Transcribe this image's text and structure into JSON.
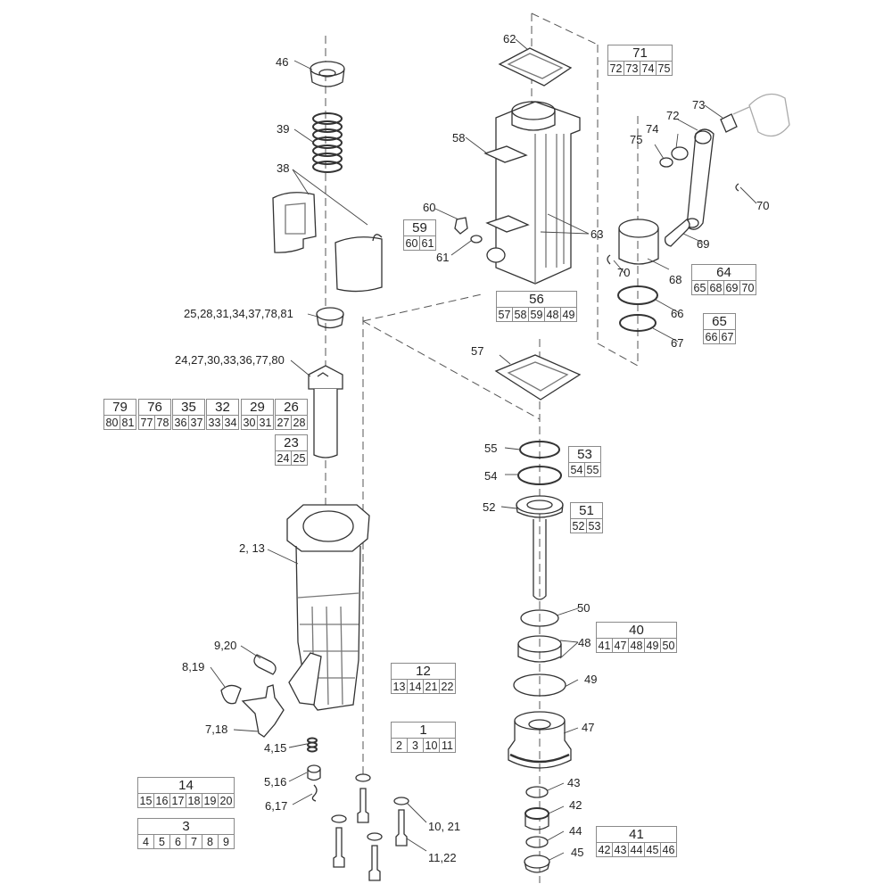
{
  "diagram": {
    "type": "exploded parts diagram",
    "line_color": "#333333",
    "background": "#ffffff"
  },
  "callouts": {
    "c46": "46",
    "c39": "39",
    "c38": "38",
    "c25": "25,28,31,34,37,78,81",
    "c24": "24,27,30,33,36,77,80",
    "c2": "2, 13",
    "c9": "9,20",
    "c8": "8,19",
    "c7": "7,18",
    "c4": "4,15",
    "c5": "5,16",
    "c6": "6,17",
    "c10": "10, 21",
    "c11": "11,22",
    "c62": "62",
    "c58": "58",
    "c60": "60",
    "c61": "61",
    "c63": "63",
    "c73": "73",
    "c72": "72",
    "c74": "74",
    "c75": "75",
    "c70a": "70",
    "c70b": "70",
    "c69": "69",
    "c68": "68",
    "c66": "66",
    "c67": "67",
    "c57": "57",
    "c55": "55",
    "c54": "54",
    "c52": "52",
    "c50": "50",
    "c48": "48",
    "c49": "49",
    "c47": "47",
    "c43": "43",
    "c42": "42",
    "c44": "44",
    "c45": "45"
  },
  "assemblies": {
    "a71": {
      "head": "71",
      "parts": [
        "72",
        "73",
        "74",
        "75"
      ]
    },
    "a59": {
      "head": "59",
      "parts": [
        "60",
        "61"
      ]
    },
    "a56": {
      "head": "56",
      "parts": [
        "57",
        "58",
        "59",
        "48",
        "49"
      ]
    },
    "a64": {
      "head": "64",
      "parts": [
        "65",
        "68",
        "69",
        "70"
      ]
    },
    "a65": {
      "head": "65",
      "parts": [
        "66",
        "67"
      ]
    },
    "a79": {
      "head": "79",
      "parts": [
        "80",
        "81"
      ]
    },
    "a76": {
      "head": "76",
      "parts": [
        "77",
        "78"
      ]
    },
    "a35": {
      "head": "35",
      "parts": [
        "36",
        "37"
      ]
    },
    "a32": {
      "head": "32",
      "parts": [
        "33",
        "34"
      ]
    },
    "a29": {
      "head": "29",
      "parts": [
        "30",
        "31"
      ]
    },
    "a26": {
      "head": "26",
      "parts": [
        "27",
        "28"
      ]
    },
    "a23": {
      "head": "23",
      "parts": [
        "24",
        "25"
      ]
    },
    "a53": {
      "head": "53",
      "parts": [
        "54",
        "55"
      ]
    },
    "a51": {
      "head": "51",
      "parts": [
        "52",
        "53"
      ]
    },
    "a40": {
      "head": "40",
      "parts": [
        "41",
        "47",
        "48",
        "49",
        "50"
      ]
    },
    "a12": {
      "head": "12",
      "parts": [
        "13",
        "14",
        "21",
        "22"
      ]
    },
    "a1": {
      "head": "1",
      "parts": [
        "2",
        "3",
        "10",
        "11"
      ]
    },
    "a14": {
      "head": "14",
      "parts": [
        "15",
        "16",
        "17",
        "18",
        "19",
        "20"
      ]
    },
    "a3": {
      "head": "3",
      "parts": [
        "4",
        "5",
        "6",
        "7",
        "8",
        "9"
      ]
    },
    "a41": {
      "head": "41",
      "parts": [
        "42",
        "43",
        "44",
        "45",
        "46"
      ]
    }
  }
}
